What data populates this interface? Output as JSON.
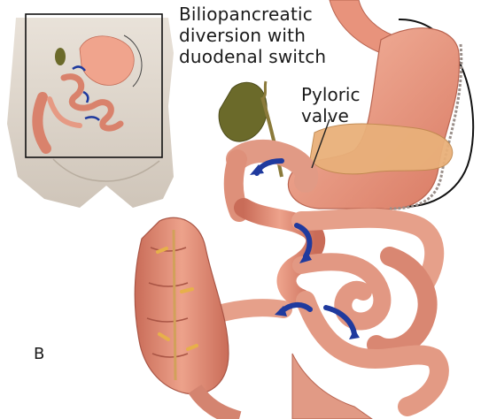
{
  "figure": {
    "title": "Biliopancreatic\ndiversion with\nduodenal switch",
    "callout": "Pyloric\nvalve",
    "panel_label": "B"
  },
  "colors": {
    "intestine": "#e49a84",
    "intestine_shadow": "#b85c4a",
    "stomach": "#ef9f86",
    "pancreas": "#e9b07a",
    "gallbladder": "#6b6a2a",
    "arrow": "#1f3a9e",
    "body_skin": "#e4dcd2"
  }
}
